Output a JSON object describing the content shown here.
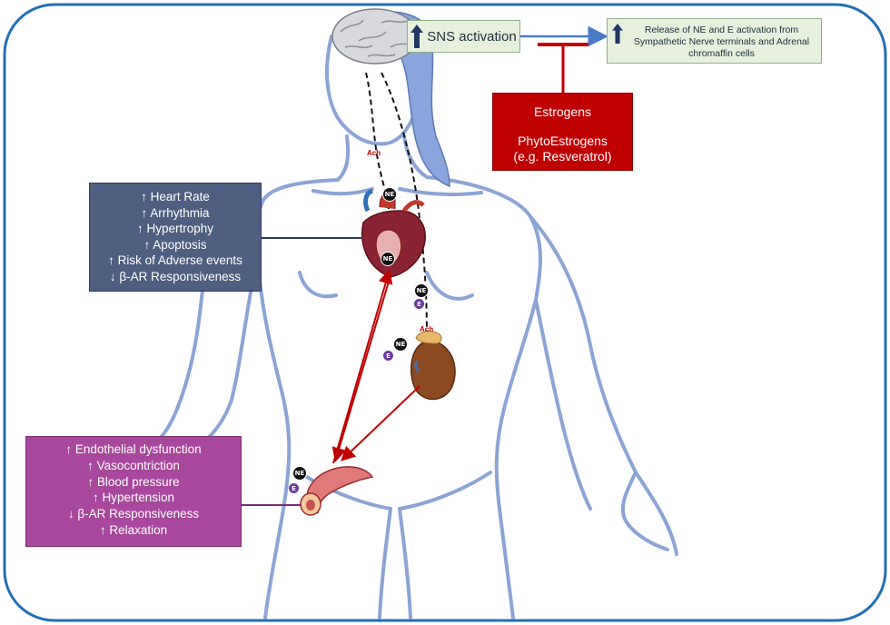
{
  "sns": {
    "label": "SNS activation"
  },
  "release": {
    "label": "Release of NE and E activation from Sympathetic Nerve terminals and Adrenal chromaffin cells"
  },
  "estrogens": {
    "line1": "Estrogens",
    "line2": "PhytoEstrogens",
    "line3": "(e.g. Resveratrol)"
  },
  "heart_effects": [
    "↑ Heart Rate",
    "↑ Arrhythmia",
    "↑ Hypertrophy",
    "↑ Apoptosis",
    "↑ Risk of Adverse events",
    "↓ β-AR Responsiveness"
  ],
  "vessel_effects": [
    "↑ Endothelial dysfunction",
    "↑ Vasocontriction",
    "↑ Blood pressure",
    "↑ Hypertension",
    "↓ β-AR Responsiveness",
    "↑ Relaxation"
  ],
  "labels": {
    "ach": "Ach",
    "ne": "NE",
    "e": "E"
  },
  "colors": {
    "frame": "#1f6fb5",
    "body_outline": "#7f9bd1",
    "hair": "#8aa4dc",
    "estrogen": "#c00000",
    "heart_box": "#4f5f82",
    "vessel_box": "#a7489c",
    "green_box": "#e6f0dc",
    "arrow_red": "#c00000",
    "arrow_blue": "#4a7bc8"
  },
  "icons": [
    "brain-icon",
    "heart-icon",
    "kidney-icon",
    "blood-vessel-icon"
  ]
}
